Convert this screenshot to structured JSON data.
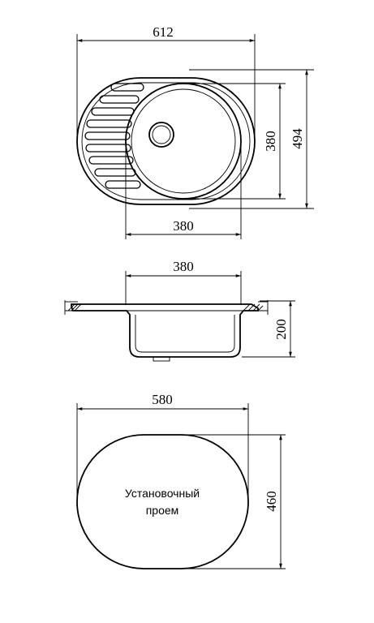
{
  "top_view": {
    "width_label": "612",
    "bowl_diameter_horizontal_label": "380",
    "bowl_diameter_vertical_label": "380",
    "height_label": "494"
  },
  "side_view": {
    "bowl_width_label": "380",
    "depth_label": "200"
  },
  "cutout_view": {
    "width_label": "580",
    "height_label": "460",
    "caption_line1": "Установочный",
    "caption_line2": "проем"
  }
}
